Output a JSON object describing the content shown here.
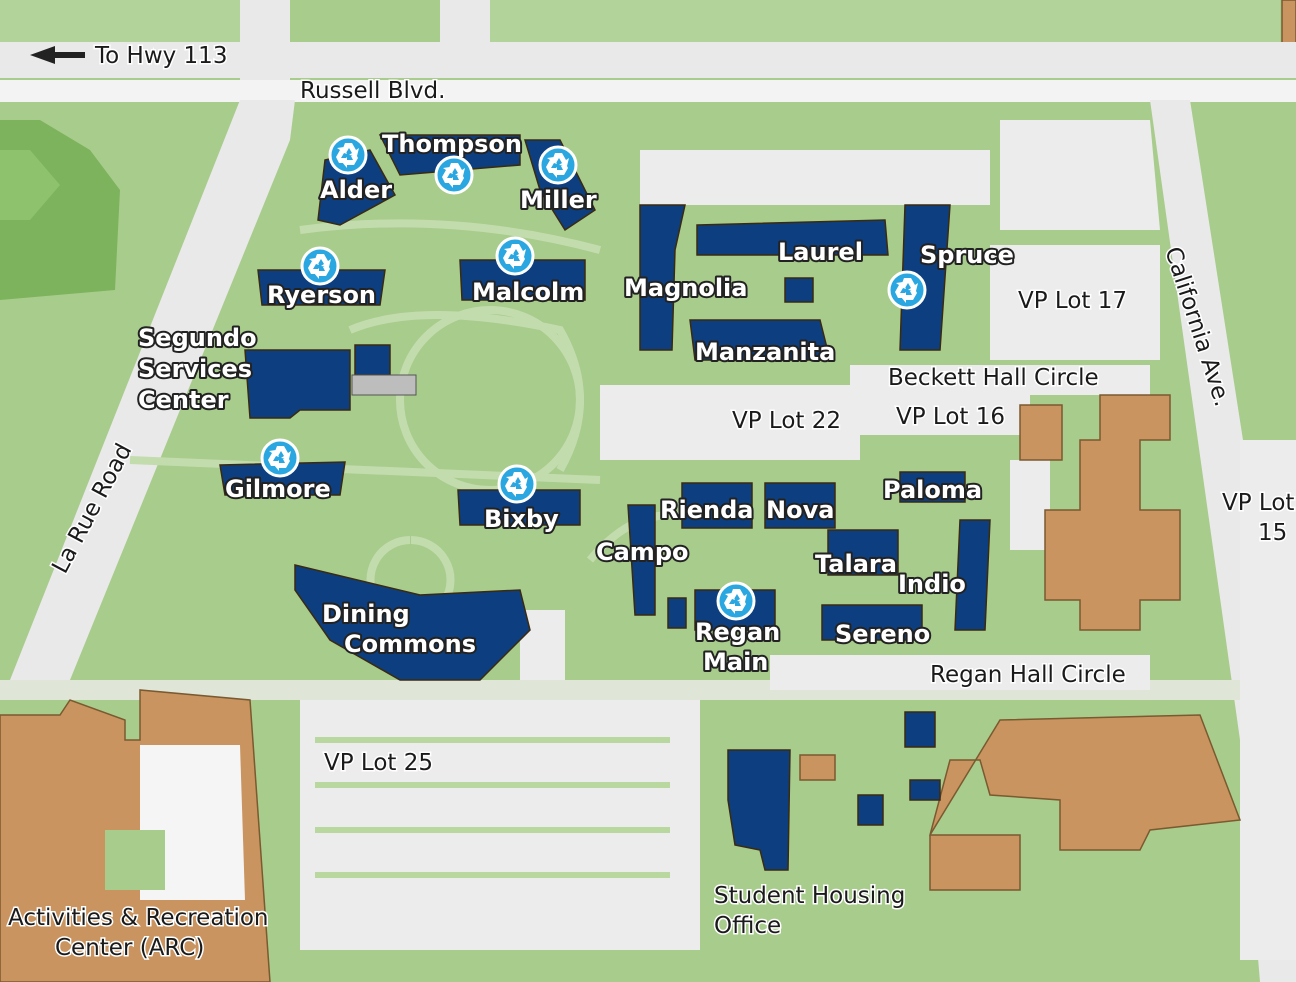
{
  "map": {
    "colors": {
      "grass": "#a8cc8c",
      "residence_hall": "#0d3f80",
      "other_building": "#c9945f",
      "parking_road": "#ececec",
      "recycling": "#2aa6e0"
    },
    "directions": {
      "to_hwy": "To Hwy 113",
      "arrow_icon": "arrow-left-icon"
    },
    "streets": {
      "russell": "Russell Blvd.",
      "la_rue": "La Rue Road",
      "california": "California Ave.",
      "beckett": "Beckett Hall Circle",
      "regan_circle": "Regan Hall Circle"
    },
    "lots": {
      "lot17": "VP Lot 17",
      "lot22": "VP Lot 22",
      "lot16": "VP Lot 16",
      "lot15a": "VP Lot",
      "lot15b": "15",
      "lot25": "VP Lot 25"
    },
    "buildings": {
      "thompson": "Thompson",
      "alder": "Alder",
      "miller": "Miller",
      "ryerson": "Ryerson",
      "malcolm": "Malcolm",
      "segundo1": "Segundo",
      "segundo2": "Services",
      "segundo3": "Center",
      "gilmore": "Gilmore",
      "bixby": "Bixby",
      "dining1": "Dining",
      "dining2": "Commons",
      "magnolia": "Magnolia",
      "laurel": "Laurel",
      "spruce": "Spruce",
      "manzanita": "Manzanita",
      "rienda": "Rienda",
      "nova": "Nova",
      "paloma": "Paloma",
      "campo": "Campo",
      "talara": "Talara",
      "indio": "Indio",
      "regan1": "Regan",
      "regan2": "Main",
      "sereno": "Sereno",
      "housing1": "Student Housing",
      "housing2": "Office",
      "arc1": "Activities & Recreation",
      "arc2": "Center (ARC)"
    },
    "recycling_icon": "recycle-icon"
  }
}
